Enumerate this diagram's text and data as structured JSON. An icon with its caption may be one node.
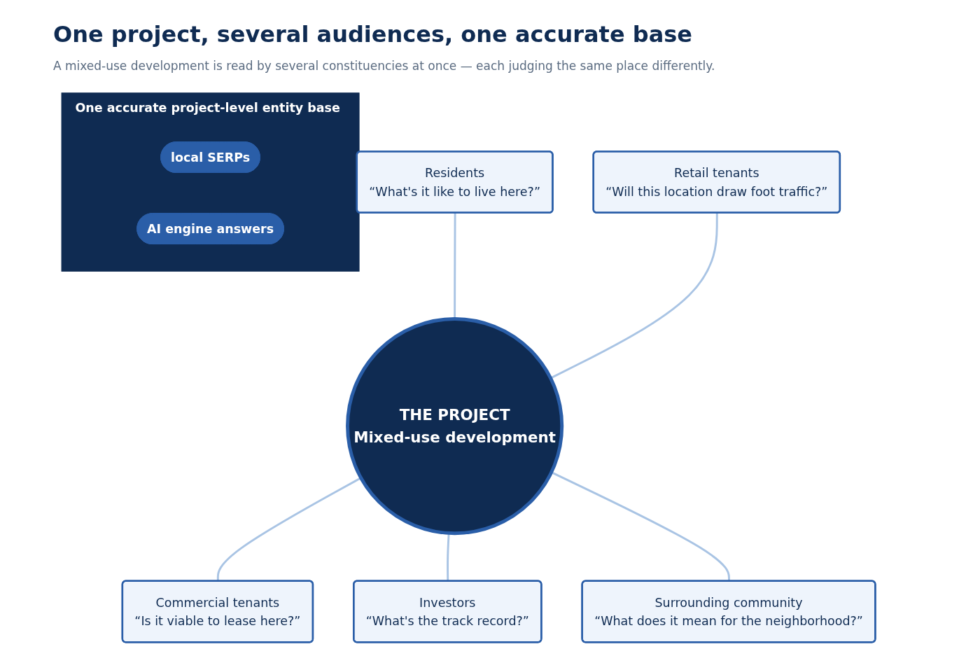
{
  "diagram": {
    "title": "One project, several audiences, one accurate base",
    "caption": "A mixed-use development is read by several constituencies at once — each judging the same place differently.",
    "nodes": [
      {
        "text": [
          "Residents",
          "“What's it like to live here?”"
        ]
      },
      {
        "text": [
          "Retail tenants",
          "“Will this location draw foot traffic?”"
        ]
      },
      {
        "text": [
          "THE PROJECT",
          "Mixed-use development"
        ]
      },
      {
        "text": [
          "Commercial tenants",
          "“Is it viable to lease here?”"
        ]
      },
      {
        "text": [
          "Investors",
          "“What's the track record?”"
        ]
      },
      {
        "text": [
          "Surrounding community",
          "“What does it mean for the neighborhood?”"
        ]
      },
      {
        "text": [
          "One accurate project-level entity base"
        ]
      },
      {
        "text": [
          "local SERPs"
        ],
        "in": 6
      },
      {
        "text": [
          "AI engine answers"
        ],
        "in": 6
      }
    ],
    "edges": [
      {
        "from": 0,
        "to": 2,
        "arrow": "none"
      },
      {
        "from": 1,
        "to": 2,
        "arrow": "none"
      },
      {
        "from": 2,
        "to": 3,
        "arrow": "none"
      },
      {
        "from": 2,
        "to": 4,
        "arrow": "none"
      },
      {
        "from": 2,
        "to": 5,
        "arrow": "none"
      }
    ]
  }
}
